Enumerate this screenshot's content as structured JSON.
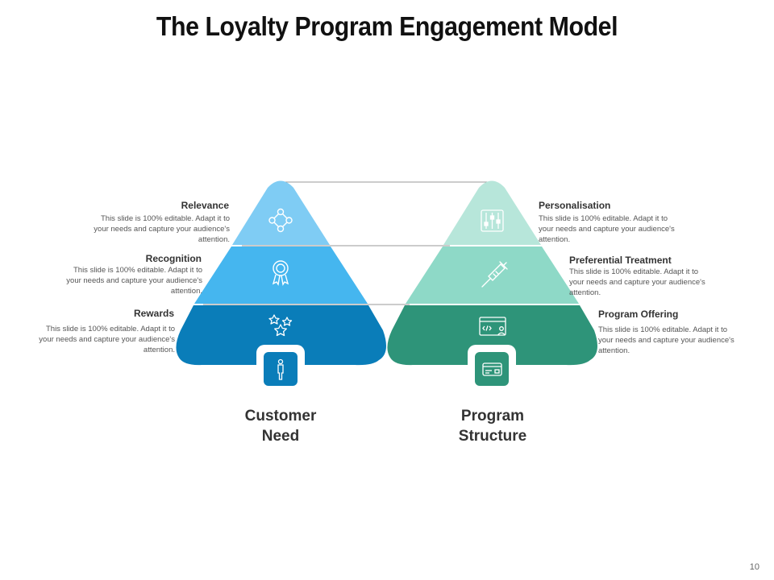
{
  "title": "The Loyalty Program Engagement Model",
  "page_number": "10",
  "colors": {
    "blue_top": "#7FCCF4",
    "blue_mid": "#45B6EF",
    "blue_bottom": "#0A7DB9",
    "green_top": "#B7E6DA",
    "green_mid": "#8ED9C7",
    "green_bottom": "#2E9479"
  },
  "left": {
    "caption_line1": "Customer",
    "caption_line2": "Need",
    "base_icon": "person-icon",
    "tiers": [
      {
        "label": "Relevance",
        "description": "This slide is 100% editable. Adapt it to your needs and capture your audience's attention.",
        "icon": "network-icon"
      },
      {
        "label": "Recognition",
        "description": "This slide is 100% editable. Adapt it to your needs and capture your audience's attention.",
        "icon": "badge-icon"
      },
      {
        "label": "Rewards",
        "description": "This slide is 100% editable. Adapt it to your needs and capture your audience's attention.",
        "icon": "stars-icon"
      }
    ]
  },
  "right": {
    "caption_line1": "Program",
    "caption_line2": "Structure",
    "base_icon": "card-icon",
    "tiers": [
      {
        "label": "Personalisation",
        "description": "This slide is 100% editable. Adapt it to your needs and capture your audience's attention.",
        "icon": "sliders-icon"
      },
      {
        "label": "Preferential Treatment",
        "description": "This slide is 100% editable. Adapt it to your needs and capture your audience's attention.",
        "icon": "syringe-icon"
      },
      {
        "label": "Program Offering",
        "description": "This slide is 100% editable. Adapt it to your needs and capture your audience's attention.",
        "icon": "monitor-code-icon"
      }
    ]
  }
}
